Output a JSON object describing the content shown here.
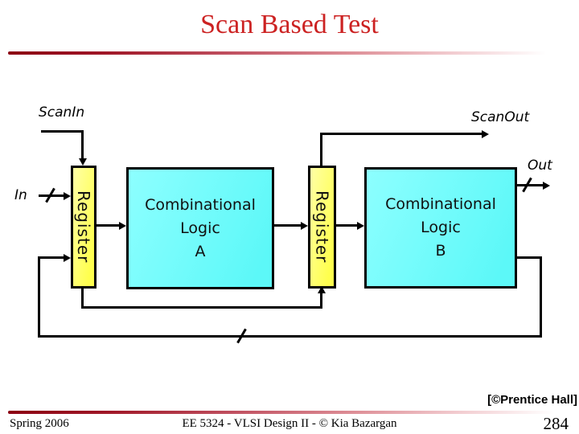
{
  "slide": {
    "title": "Scan Based Test",
    "diagram": {
      "labels": {
        "scan_in": "ScanIn",
        "scan_out": "ScanOut",
        "in": "In",
        "out": "Out"
      },
      "blocks": {
        "register1": {
          "label": "Register"
        },
        "register2": {
          "label": "Register"
        },
        "logic_a": {
          "lines": [
            "Combinational",
            "Logic",
            "A"
          ]
        },
        "logic_b": {
          "lines": [
            "Combinational",
            "Logic",
            "B"
          ]
        }
      },
      "colors": {
        "register_fill": "#FFFF66",
        "logic_fill": "#66FFFF",
        "wire": "#000000",
        "title_red": "#CC2222",
        "rule_red": "#8B0012"
      }
    },
    "footer": {
      "credit": "[©Prentice Hall]",
      "left": "Spring 2006",
      "center": "EE 5324 - VLSI Design II - © Kia Bazargan",
      "page": "284"
    }
  }
}
